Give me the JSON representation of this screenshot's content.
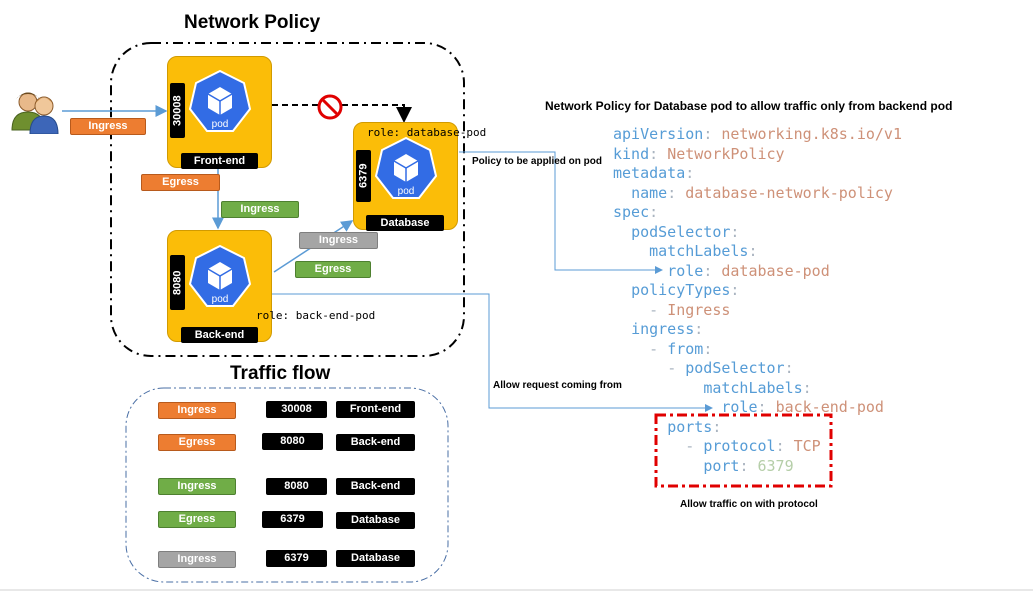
{
  "titles": {
    "network_policy": "Network Policy",
    "traffic_flow": "Traffic flow"
  },
  "pods": {
    "frontend": {
      "port": "30008",
      "name": "Front-end",
      "icon_label": "pod"
    },
    "backend": {
      "port": "8080",
      "name": "Back-end",
      "icon_label": "pod",
      "role_label": "role: back-end-pod"
    },
    "database": {
      "port": "6379",
      "name": "Database",
      "icon_label": "pod",
      "role_label": "role: database-pod"
    }
  },
  "diagram_tags": {
    "user_ingress": "Ingress",
    "frontend_egress": "Egress",
    "backend_ingress": "Ingress",
    "db_ingress": "Ingress",
    "backend_egress": "Egress"
  },
  "annotations": {
    "policy_applied": "Policy to be applied on pod",
    "allow_request": "Allow request coming from",
    "allow_protocol": "Allow traffic on with protocol"
  },
  "policy_heading": "Network Policy for Database pod to allow traffic only from backend pod",
  "yaml": {
    "apiVersion_key": "apiVersion",
    "apiVersion_val": "networking.k8s.io/v1",
    "kind_key": "kind",
    "kind_val": "NetworkPolicy",
    "metadata_key": "metadata",
    "name_key": "name",
    "name_val": "database-network-policy",
    "spec_key": "spec",
    "podSelector_key": "podSelector",
    "matchLabels_key": "matchLabels",
    "role_key": "role",
    "role_val": "database-pod",
    "policyTypes_key": "policyTypes",
    "policyTypes_item": "Ingress",
    "ingress_key": "ingress",
    "from_key": "from",
    "podSelector2_key": "podSelector",
    "matchLabels2_key": "matchLabels",
    "role2_key": "role",
    "role2_val": "back-end-pod",
    "ports_key": "ports",
    "protocol_key": "protocol",
    "protocol_val": "TCP",
    "port_key": "port",
    "port_val": "6379"
  },
  "traffic_flow": [
    {
      "type": "Ingress",
      "color": "#ed7d31",
      "port": "30008",
      "pod": "Front-end"
    },
    {
      "type": "Egress",
      "color": "#ed7d31",
      "port": "8080",
      "pod": "Back-end"
    },
    {
      "type": "Ingress",
      "color": "#70ad47",
      "port": "8080",
      "pod": "Back-end"
    },
    {
      "type": "Egress",
      "color": "#70ad47",
      "port": "6379",
      "pod": "Database"
    },
    {
      "type": "Ingress",
      "color": "#a5a5a5",
      "port": "6379",
      "pod": "Database"
    }
  ],
  "icons": {
    "user": "users-icon",
    "blocked": "no-entry-icon",
    "pod": "kubernetes-pod-icon"
  },
  "colors": {
    "pod_fill": "#fbbd08",
    "orange": "#ed7d31",
    "green": "#70ad47",
    "gray": "#a5a5a5",
    "arrow": "#5b9bd5",
    "highlight": "#e00000",
    "k8s_blue": "#326ce5"
  }
}
